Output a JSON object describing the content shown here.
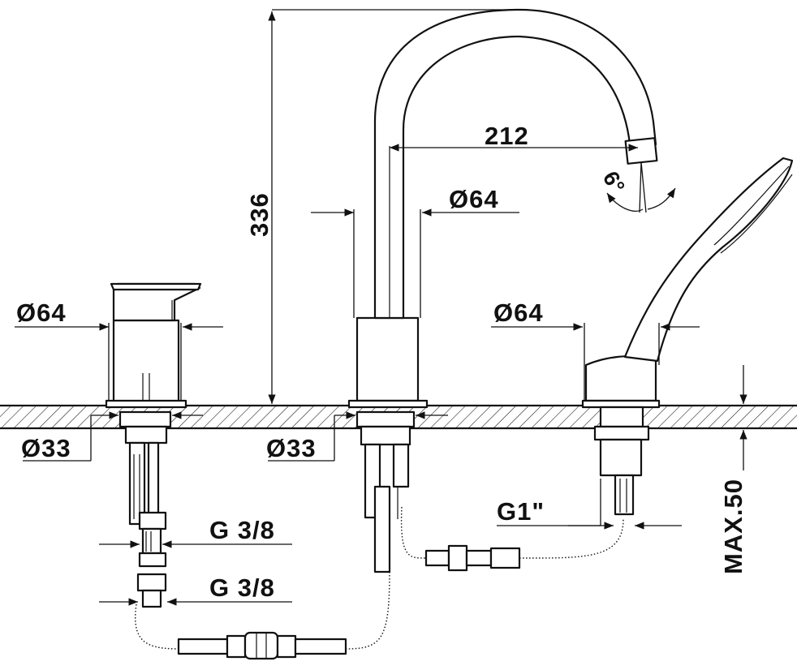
{
  "dimensions": {
    "height_total": "336",
    "spout_reach": "212",
    "spout_angle": "6°",
    "diameter_spout_body": "Ø64",
    "diameter_left_body": "Ø64",
    "diameter_right_body": "Ø64",
    "diameter_left_shank": "Ø33",
    "diameter_center_shank": "Ø33",
    "thread_upper": "G 3/8",
    "thread_lower": "G 3/8",
    "thread_right": "G1\"",
    "deck_thickness": "MAX.50"
  }
}
